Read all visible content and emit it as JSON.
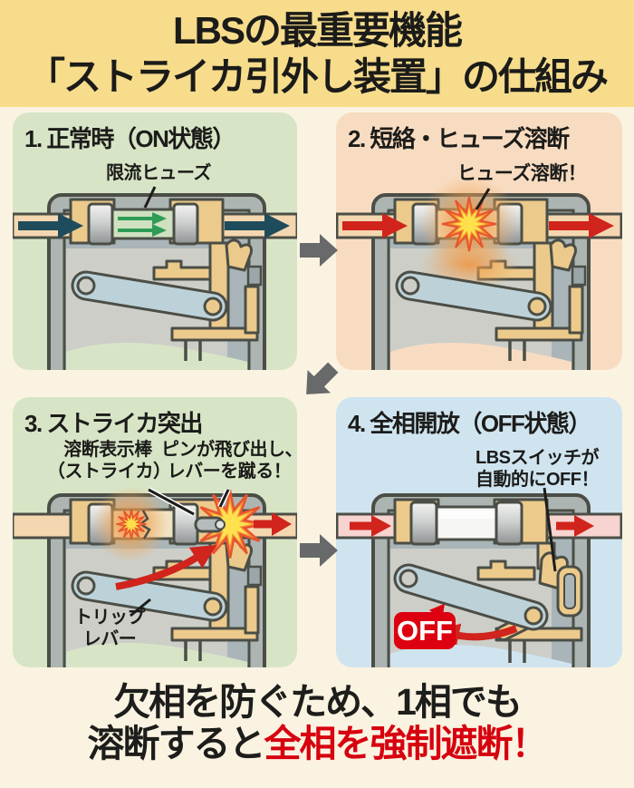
{
  "title": {
    "line1": "LBSの最重要機能",
    "line2": "「ストライカ引外し装置」の仕組み"
  },
  "panels": {
    "p1": {
      "heading": "1. 正常時（ON状態）",
      "fuse_label": "限流ヒューズ"
    },
    "p2": {
      "heading": "2. 短絡・ヒューズ溶断",
      "blown_label": "ヒューズ溶断！"
    },
    "p3": {
      "heading": "3. ストライカ突出",
      "striker_label_line1": "溶断表示棒",
      "striker_label_line2": "（ストライカ）",
      "pin_label_line1": "ピンが飛び出し、",
      "pin_label_line2": "レバーを蹴る！",
      "trip_label_line1": "トリップ",
      "trip_label_line2": "レバー"
    },
    "p4": {
      "heading": "4. 全相開放（OFF状態）",
      "lbs_label_line1": "LBSスイッチが",
      "lbs_label_line2": "自動的にOFF！",
      "off_badge": "OFF"
    }
  },
  "footer": {
    "line1": "欠相を防ぐため、1相でも",
    "line2_black": "溶断すると",
    "line2_red": "全相を強制遮断！"
  },
  "colors": {
    "title_band_yellow": "#f7dc8c",
    "page_cream": "#faf3e1",
    "panel_green": "#d7e5c6",
    "panel_peach": "#f8dcc1",
    "panel_blue": "#cfe4ef",
    "accent_red": "#d7000f",
    "flow_teal": "#1f4c5c",
    "fuse_green": "#2f9c56",
    "step_arrow_gray": "#67696a"
  }
}
